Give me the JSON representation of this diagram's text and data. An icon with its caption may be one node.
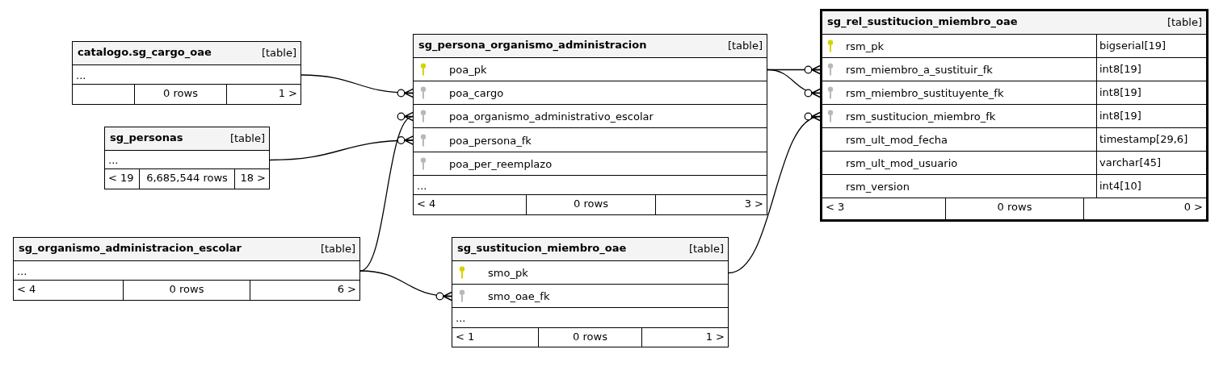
{
  "diagram": {
    "nodes": [
      {
        "text": [
          "catalogo.sg_cargo_oae",
          "[table]"
        ]
      },
      {
        "text": [
          "..."
        ],
        "in": 0
      },
      {
        "text": [
          "0 rows",
          "1 >"
        ],
        "in": 0
      },
      {
        "text": [
          "sg_personas",
          "[table]"
        ]
      },
      {
        "text": [
          "..."
        ],
        "in": 3
      },
      {
        "text": [
          "< 19",
          "6,685,544 rows",
          "18 >"
        ],
        "in": 3
      },
      {
        "text": [
          "sg_organismo_administracion_escolar",
          "[table]"
        ]
      },
      {
        "text": [
          "..."
        ],
        "in": 6
      },
      {
        "text": [
          "< 4",
          "0 rows",
          "6 >"
        ],
        "in": 6
      },
      {
        "text": [
          "sg_persona_organismo_administracion",
          "[table]"
        ]
      },
      {
        "text": [
          "poa_pk"
        ],
        "in": 9
      },
      {
        "text": [
          "poa_cargo"
        ],
        "in": 9
      },
      {
        "text": [
          "poa_organismo_administrativo_escolar"
        ],
        "in": 9
      },
      {
        "text": [
          "poa_persona_fk"
        ],
        "in": 9
      },
      {
        "text": [
          "poa_per_reemplazo"
        ],
        "in": 9
      },
      {
        "text": [
          "..."
        ],
        "in": 9
      },
      {
        "text": [
          "< 4",
          "0 rows",
          "3 >"
        ],
        "in": 9
      },
      {
        "text": [
          "sg_sustitucion_miembro_oae",
          "[table]"
        ]
      },
      {
        "text": [
          "smo_pk"
        ],
        "in": 17
      },
      {
        "text": [
          "smo_oae_fk"
        ],
        "in": 17
      },
      {
        "text": [
          "..."
        ],
        "in": 17
      },
      {
        "text": [
          "< 1",
          "0 rows",
          "1 >"
        ],
        "in": 17
      },
      {
        "text": [
          "sg_rel_sustitucion_miembro_oae",
          "[table]"
        ]
      },
      {
        "text": [
          "rsm_pk",
          "bigserial[19]"
        ],
        "in": 22
      },
      {
        "text": [
          "rsm_miembro_a_sustituir_fk",
          "int8[19]"
        ],
        "in": 22
      },
      {
        "text": [
          "rsm_miembro_sustituyente_fk",
          "int8[19]"
        ],
        "in": 22
      },
      {
        "text": [
          "rsm_sustitucion_miembro_fk",
          "int8[19]"
        ],
        "in": 22
      },
      {
        "text": [
          "rsm_ult_mod_fecha",
          "timestamp[29,6]"
        ],
        "in": 22
      },
      {
        "text": [
          "rsm_ult_mod_usuario",
          "varchar[45]"
        ],
        "in": 22
      },
      {
        "text": [
          "rsm_version",
          "int4[10]"
        ],
        "in": 22
      },
      {
        "text": [
          "< 3",
          "0 rows",
          "0 >"
        ],
        "in": 22
      }
    ],
    "edges": [
      {
        "from": 1,
        "to": 11,
        "arrow": "other"
      },
      {
        "from": 7,
        "to": 12,
        "arrow": "other"
      },
      {
        "from": 4,
        "to": 13,
        "arrow": "other"
      },
      {
        "from": 7,
        "to": 19,
        "arrow": "other"
      },
      {
        "from": 10,
        "to": 24,
        "arrow": "other"
      },
      {
        "from": 10,
        "to": 25,
        "arrow": "other"
      },
      {
        "from": 18,
        "to": 26,
        "arrow": "other"
      }
    ]
  }
}
